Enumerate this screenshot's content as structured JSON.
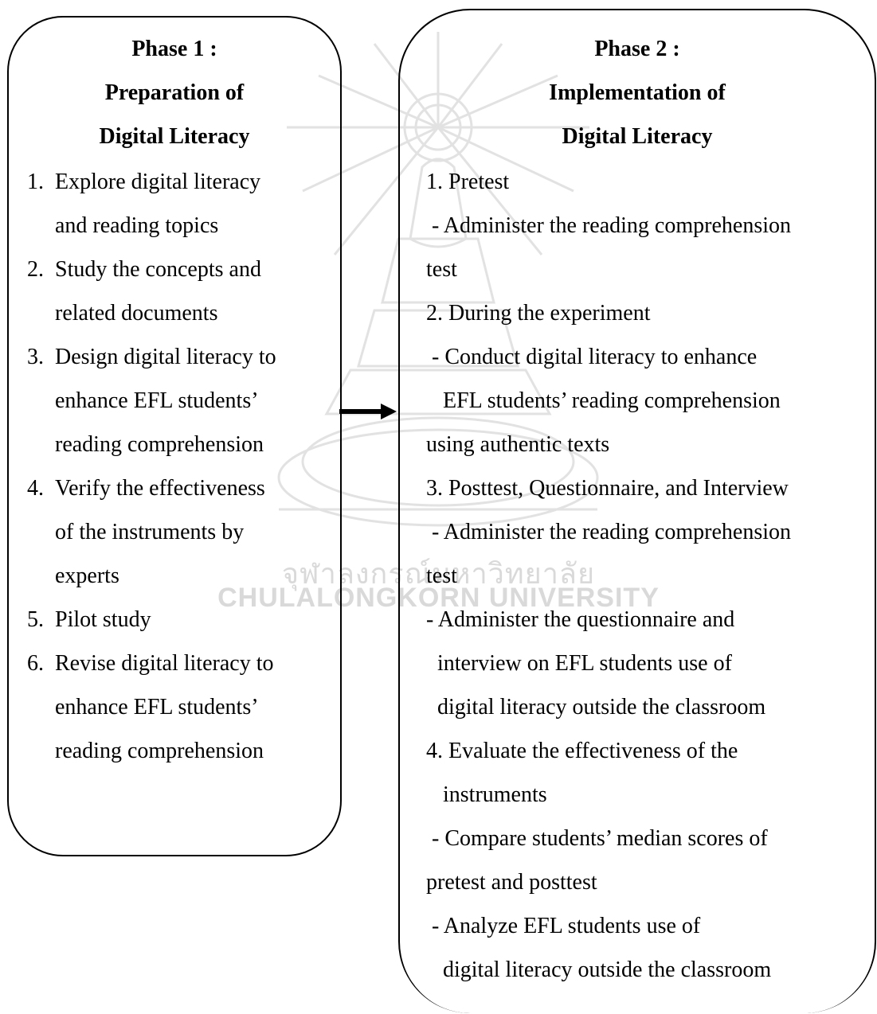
{
  "watermark": {
    "thai": "จุฬาลงกรณ์มหาวิทยาลัย",
    "english": "CHULALONGKORN UNIVERSITY"
  },
  "phase1": {
    "title": [
      "Phase 1 :",
      "Preparation of",
      "Digital Literacy"
    ],
    "steps": [
      {
        "num": "1.",
        "lines": [
          "Explore digital literacy",
          "and reading topics"
        ]
      },
      {
        "num": "2.",
        "lines": [
          "Study the concepts and",
          "related  documents"
        ]
      },
      {
        "num": "3.",
        "lines": [
          "Design digital literacy to",
          "enhance EFL students’",
          "reading  comprehension"
        ]
      },
      {
        "num": "4.",
        "lines": [
          "Verify the effectiveness",
          "of the instruments by",
          "experts"
        ]
      },
      {
        "num": "5.",
        "lines": [
          "Pilot study"
        ]
      },
      {
        "num": "6.",
        "lines": [
          "Revise digital literacy to",
          "enhance EFL students’",
          "reading  comprehension"
        ]
      }
    ]
  },
  "phase2": {
    "title": [
      "Phase 2 :",
      "Implementation of",
      "Digital Literacy"
    ],
    "lines": [
      "1. Pretest",
      " - Administer the reading comprehension",
      "test",
      "2. During the experiment",
      " - Conduct digital literacy to enhance",
      "   EFL students’ reading comprehension",
      "using authentic texts",
      "3. Posttest, Questionnaire, and Interview",
      " - Administer the reading comprehension",
      "test",
      "- Administer the questionnaire and",
      "  interview on EFL students use of",
      "  digital literacy outside the classroom",
      "4. Evaluate the effectiveness of the",
      "   instruments",
      " - Compare students’ median scores of",
      "pretest and posttest",
      " - Analyze EFL students use of",
      "   digital literacy outside the classroom"
    ]
  }
}
